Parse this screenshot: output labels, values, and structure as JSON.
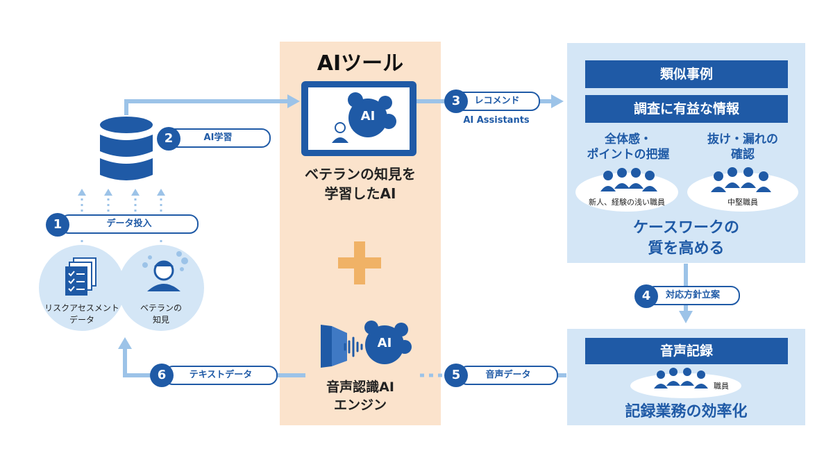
{
  "ai_tool": {
    "title": "AIツール",
    "veteran_ai_label": "ベテランの知見を\n学習したAI",
    "ai_badge": "AI",
    "speech_ai_label": "音声認識AI\nエンジン"
  },
  "left": {
    "risk_label": "リスクアセスメント\nデータ",
    "veteran_label": "ベテランの\n知見"
  },
  "steps": [
    {
      "num": "1",
      "label": "データ投入"
    },
    {
      "num": "2",
      "label": "AI学習"
    },
    {
      "num": "3",
      "label": "レコメンド"
    },
    {
      "num": "4",
      "label": "対応方針立案"
    },
    {
      "num": "5",
      "label": "音声データ"
    },
    {
      "num": "6",
      "label": "テキストデータ"
    }
  ],
  "recommend_sub": "AI Assistants",
  "right_top": {
    "banner1": "類似事例",
    "banner2": "調査に有益な情報",
    "left_heading": "全体感・\nポイントの把握",
    "right_heading": "抜け・漏れの\n確認",
    "left_people": "新人、経験の浅い職員",
    "right_people": "中堅職員",
    "footer": "ケースワークの\n質を高める"
  },
  "right_bottom": {
    "banner": "音声記録",
    "people": "職員",
    "footer": "記録業務の効率化"
  },
  "colors": {
    "navy": "#1f5aa6",
    "light_blue": "#d4e6f6",
    "arrow": "#9cc3e8",
    "ai_panel": "#fbe3cc",
    "plus": "#f0b266"
  }
}
